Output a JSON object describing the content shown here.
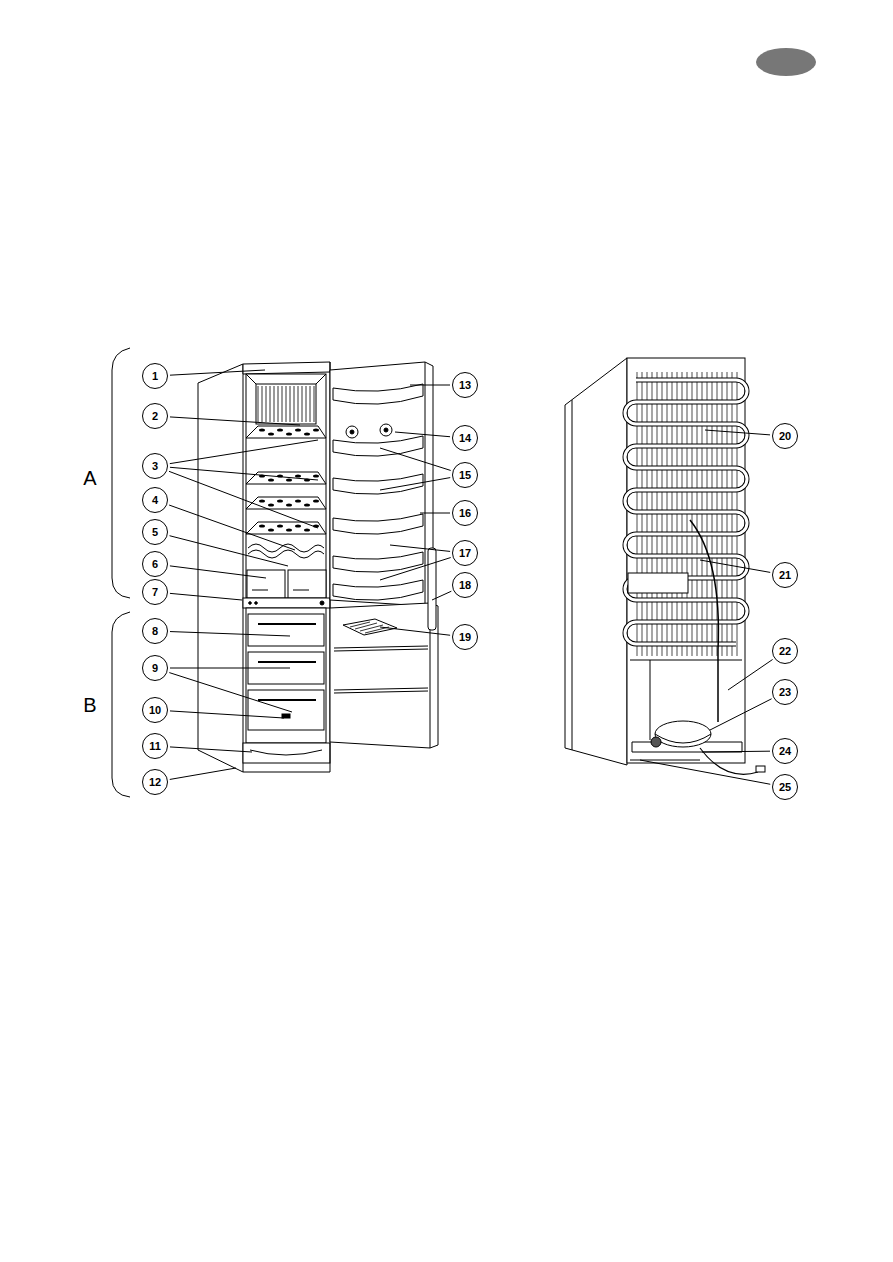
{
  "diagram": {
    "nodes": [
      {
        "text": [
          "1"
        ]
      },
      {
        "text": [
          "2"
        ]
      },
      {
        "text": [
          "3"
        ]
      },
      {
        "text": [
          "4"
        ]
      },
      {
        "text": [
          "5"
        ]
      },
      {
        "text": [
          "6"
        ]
      },
      {
        "text": [
          "7"
        ]
      },
      {
        "text": [
          "8"
        ]
      },
      {
        "text": [
          "9"
        ]
      },
      {
        "text": [
          "10"
        ]
      },
      {
        "text": [
          "11"
        ]
      },
      {
        "text": [
          "12"
        ]
      },
      {
        "text": [
          "13"
        ]
      },
      {
        "text": [
          "14"
        ]
      },
      {
        "text": [
          "15"
        ]
      },
      {
        "text": [
          "16"
        ]
      },
      {
        "text": [
          "17"
        ]
      },
      {
        "text": [
          "18"
        ]
      },
      {
        "text": [
          "19"
        ]
      },
      {
        "text": [
          "20"
        ]
      },
      {
        "text": [
          "21"
        ]
      },
      {
        "text": [
          "22"
        ]
      },
      {
        "text": [
          "23"
        ]
      },
      {
        "text": [
          "24"
        ]
      },
      {
        "text": [
          "25"
        ]
      }
    ],
    "labels": [
      "A",
      "B"
    ]
  }
}
